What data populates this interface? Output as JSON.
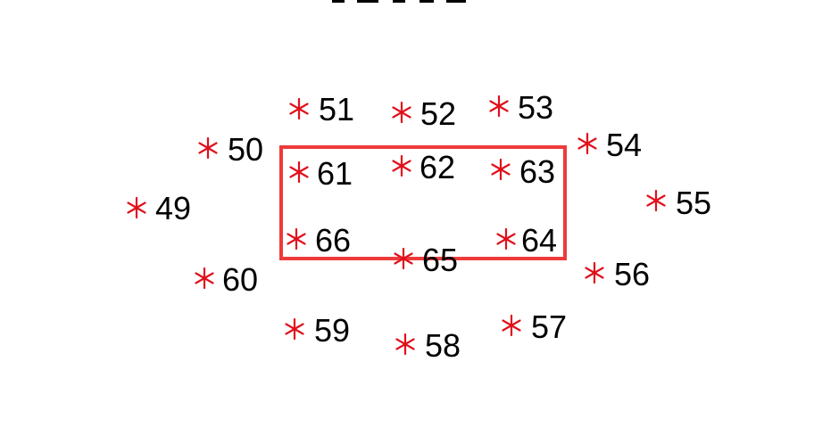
{
  "colors": {
    "marker": "#e0101b",
    "label": "#000000",
    "box": "#ee3a3a",
    "background": "#ffffff"
  },
  "points": [
    {
      "id": "49",
      "label": "49"
    },
    {
      "id": "50",
      "label": "50"
    },
    {
      "id": "51",
      "label": "51"
    },
    {
      "id": "52",
      "label": "52"
    },
    {
      "id": "53",
      "label": "53"
    },
    {
      "id": "54",
      "label": "54"
    },
    {
      "id": "55",
      "label": "55"
    },
    {
      "id": "56",
      "label": "56"
    },
    {
      "id": "57",
      "label": "57"
    },
    {
      "id": "58",
      "label": "58"
    },
    {
      "id": "59",
      "label": "59"
    },
    {
      "id": "60",
      "label": "60"
    },
    {
      "id": "61",
      "label": "61"
    },
    {
      "id": "62",
      "label": "62"
    },
    {
      "id": "63",
      "label": "63"
    },
    {
      "id": "64",
      "label": "64"
    },
    {
      "id": "65",
      "label": "65"
    },
    {
      "id": "66",
      "label": "66"
    }
  ],
  "highlight_box": {
    "encloses": [
      "61",
      "62",
      "63",
      "64",
      "65",
      "66"
    ]
  }
}
